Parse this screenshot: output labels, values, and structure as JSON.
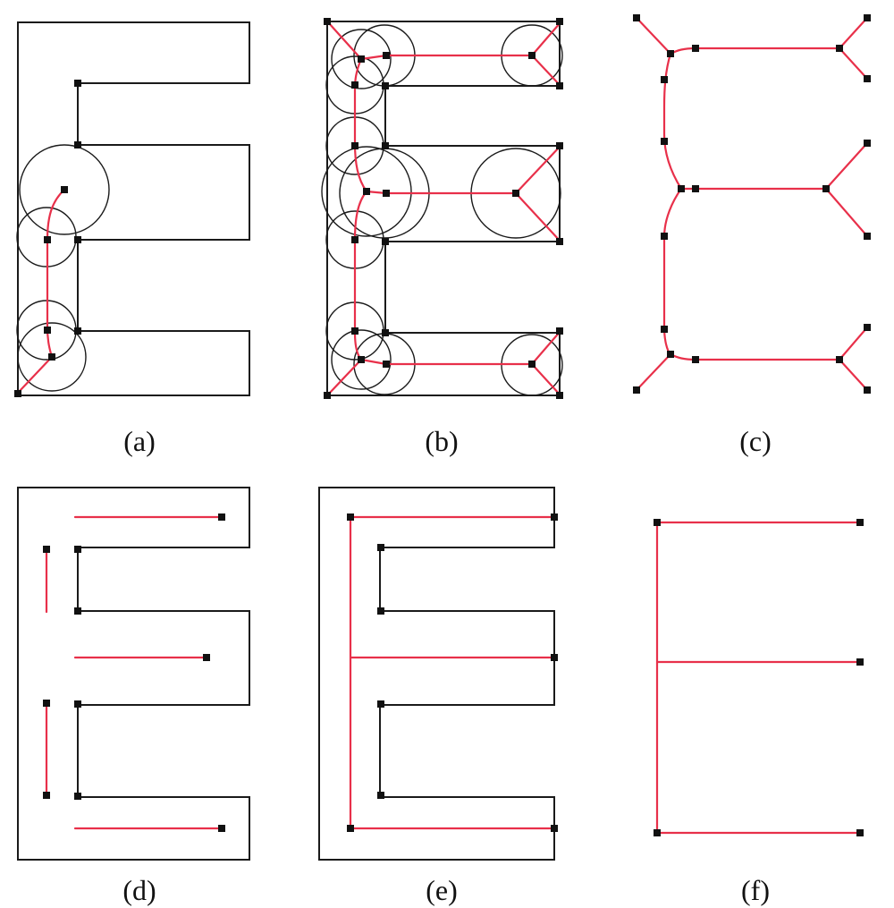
{
  "figure": {
    "panels": [
      {
        "id": "a",
        "label": "(a)"
      },
      {
        "id": "b",
        "label": "(b)"
      },
      {
        "id": "c",
        "label": "(c)"
      },
      {
        "id": "d",
        "label": "(d)"
      },
      {
        "id": "e",
        "label": "(e)"
      },
      {
        "id": "f",
        "label": "(f)"
      }
    ],
    "colors": {
      "outline": "#1a1a1a",
      "skeleton": "#e8304a",
      "node": "#111111",
      "background": "#ffffff"
    }
  }
}
